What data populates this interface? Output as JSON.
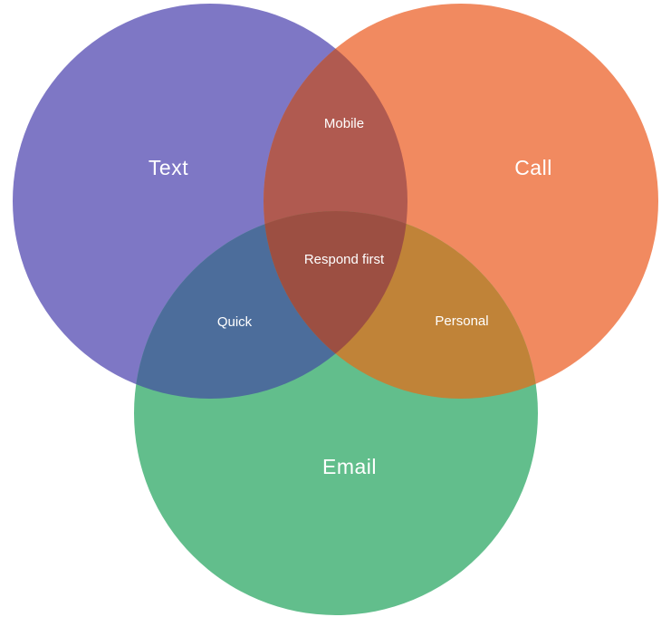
{
  "diagram": {
    "type": "venn",
    "background": "#FFFFFF",
    "label_color": "#FFFFFF",
    "sets": [
      {
        "id": "text",
        "label": "Text",
        "color": "#7E77C5"
      },
      {
        "id": "call",
        "label": "Call",
        "color": "#F18A60"
      },
      {
        "id": "email",
        "label": "Email",
        "color": "#62BE8C"
      }
    ],
    "overlaps": {
      "text_call": {
        "label": "Mobile",
        "color": "#B05A50"
      },
      "text_email": {
        "label": "Quick",
        "color": "#4C6D9B"
      },
      "call_email": {
        "label": "Personal",
        "color": "#C08338"
      },
      "text_call_email": {
        "label": "Respond first",
        "color": "#9C4F42"
      }
    }
  }
}
